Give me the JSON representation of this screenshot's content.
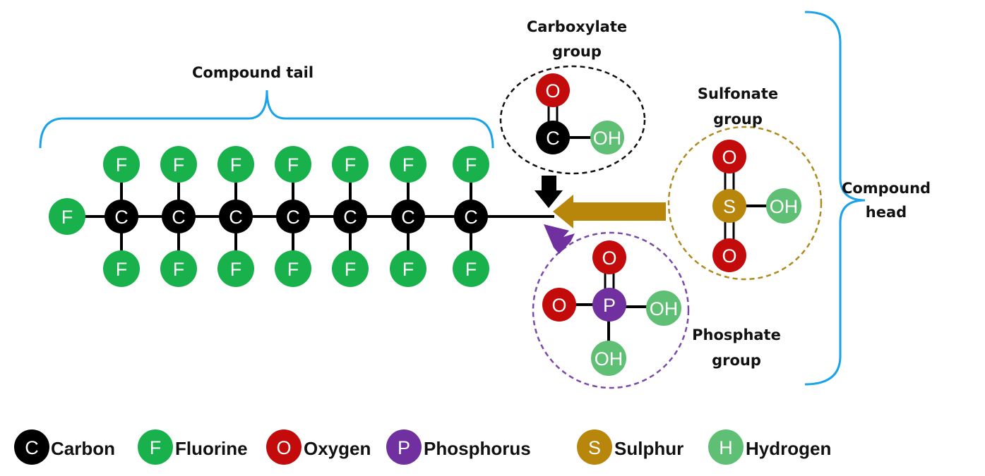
{
  "labels": {
    "tail": "Compound tail",
    "head_line1": "Compound",
    "head_line2": "head",
    "carboxylate_line1": "Carboxylate",
    "carboxylate_line2": "group",
    "sulfonate_line1": "Sulfonate",
    "sulfonate_line2": "group",
    "phosphate_line1": "Phosphate",
    "phosphate_line2": "group"
  },
  "atoms": {
    "carbon": "C",
    "fluorine": "F",
    "oxygen": "O",
    "phosphorus": "P",
    "sulphur": "S",
    "hydroxyl": "OH"
  },
  "legend": [
    {
      "symbol": "C",
      "label": "Carbon",
      "color": "#000000"
    },
    {
      "symbol": "F",
      "label": "Fluorine",
      "color": "#19b14c"
    },
    {
      "symbol": "O",
      "label": "Oxygen",
      "color": "#c40b0b"
    },
    {
      "symbol": "P",
      "label": "Phosphorus",
      "color": "#7030a0"
    },
    {
      "symbol": "S",
      "label": "Sulphur",
      "color": "#b8860b"
    },
    {
      "symbol": "H",
      "label": "Hydrogen",
      "color": "#5fbf74"
    }
  ],
  "colors": {
    "carbon": "#000000",
    "fluorine": "#19b14c",
    "oxygen": "#c40b0b",
    "phosphorus": "#7030a0",
    "sulphur": "#b8860b",
    "hydrogen": "#5fbf74",
    "brace": "#1aa3e8",
    "sulfonate_arrow": "#b8860b",
    "phosphate_arrow": "#7030a0",
    "carboxylate_arrow": "#000000"
  }
}
